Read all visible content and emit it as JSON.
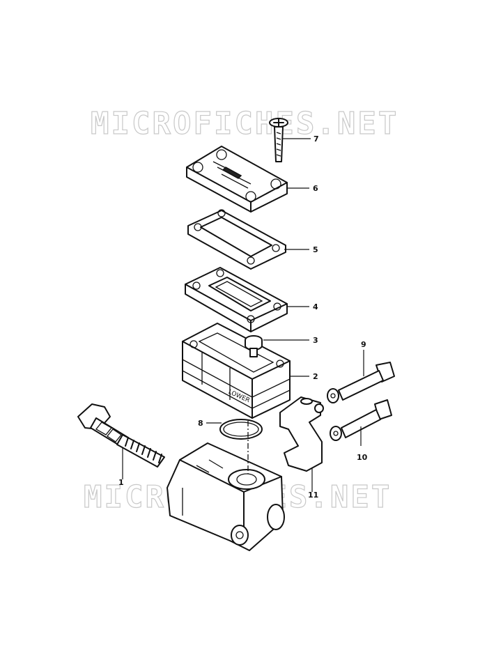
{
  "watermarks": [
    "MICROFICHES.NET",
    "MICROFICHES.NET"
  ],
  "callouts": [
    "1",
    "2",
    "3",
    "4",
    "5",
    "6",
    "7",
    "8",
    "9",
    "10",
    "11"
  ]
}
